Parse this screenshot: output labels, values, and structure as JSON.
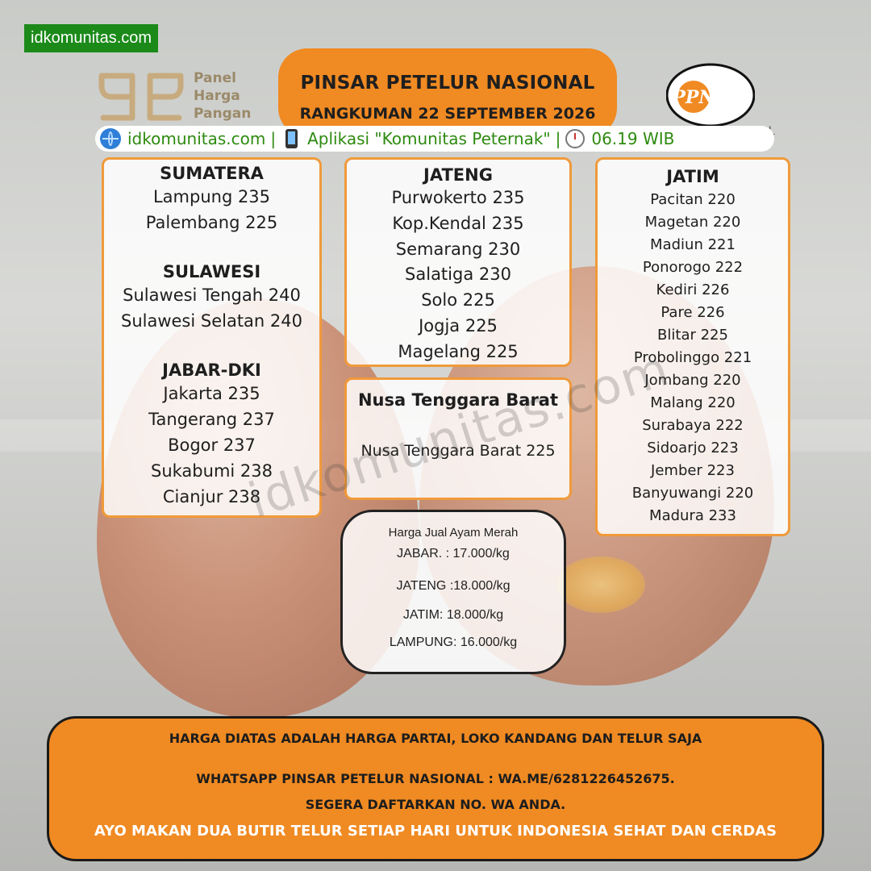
{
  "site_tag": "idkomunitas.com",
  "watermark": "idkomunitas.com",
  "logo_left": {
    "lines": [
      "Panel",
      "Harga",
      "Pangan"
    ]
  },
  "logo_right": {
    "initials": "PPN",
    "tail": "AL"
  },
  "header": {
    "title": "PINSAR PETELUR NASIONAL",
    "subtitle": "RANGKUMAN 22 SEPTEMBER 2026"
  },
  "info_strip": {
    "site": "idkomunitas.com",
    "app": "Aplikasi \"Komunitas Peternak\"",
    "time": "06.19 WIB",
    "separator": "|"
  },
  "card_left": {
    "sections": [
      {
        "title": "SUMATERA",
        "items": [
          "Lampung 235",
          "Palembang 225"
        ]
      },
      {
        "title": "SULAWESI",
        "items": [
          "Sulawesi Tengah 240",
          "Sulawesi Selatan 240"
        ]
      },
      {
        "title": "JABAR-DKI",
        "items": [
          "Jakarta 235",
          "Tangerang 237",
          "Bogor 237",
          "Sukabumi 238",
          "Cianjur 238"
        ]
      }
    ]
  },
  "card_jateng": {
    "title": "JATENG",
    "items": [
      "Purwokerto 235",
      "Kop.Kendal 235",
      "Semarang 230",
      "Salatiga 230",
      "Solo 225",
      "Jogja 225",
      "Magelang 225"
    ]
  },
  "card_jatim": {
    "title": "JATIM",
    "items": [
      "Pacitan 220",
      "Magetan 220",
      "Madiun 221",
      "Ponorogo 222",
      "Kediri 226",
      "Pare 226",
      "Blitar 225",
      "Probolinggo 221",
      "Jombang 220",
      "Malang 220",
      "Surabaya 222",
      "Sidoarjo 223",
      "Jember 223",
      "Banyuwangi 220",
      "Madura 233"
    ]
  },
  "card_ntb": {
    "title": "Nusa Tenggara Barat",
    "item": "Nusa Tenggara Barat 225"
  },
  "ayam": {
    "title": "Harga Jual Ayam Merah",
    "rows": [
      "JABAR. : 17.000/kg",
      "JATENG :18.000/kg",
      "JATIM: 18.000/kg",
      "LAMPUNG: 16.000/kg"
    ]
  },
  "footer": {
    "line1": "HARGA DIATAS ADALAH HARGA PARTAI, LOKO KANDANG DAN TELUR SAJA",
    "line2": "WHATSAPP PINSAR PETELUR NASIONAL : WA.ME/6281226452675.",
    "line3": "SEGERA DAFTARKAN NO. WA ANDA.",
    "line4": "AYO MAKAN DUA BUTIR TELUR SETIAP HARI UNTUK INDONESIA SEHAT DAN CERDAS"
  },
  "colors": {
    "accent_orange": "#f08a22",
    "card_border": "#f09a3a",
    "site_tag_green": "#1b8a19",
    "strip_text_green": "#2e8a10",
    "logo_gold": "#9b8a6a",
    "ppn_orange": "#f08a22"
  },
  "icons": [
    "globe-icon",
    "phone-icon",
    "timer-icon"
  ]
}
